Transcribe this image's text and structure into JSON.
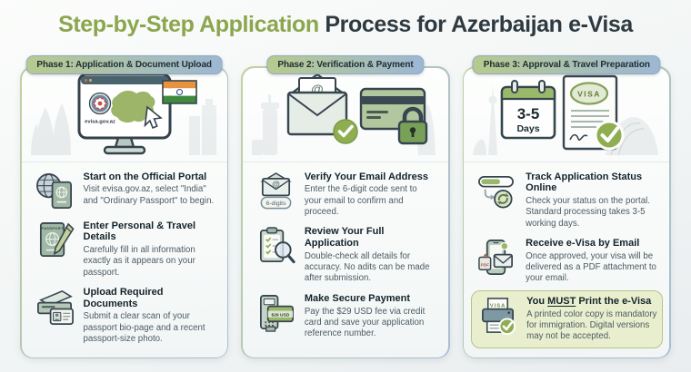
{
  "title": {
    "highlight": "Step-by-Step Application ",
    "rest": "Process for Azerbaijan e-Visa"
  },
  "symbols": {
    "at": "@"
  },
  "colors": {
    "accent_green": "#8ca64e",
    "check_green": "#8fae52",
    "pill_gradient_left": "#b7ca8d",
    "pill_gradient_right": "#9cb7d3",
    "highlight_bg": "#e9efce",
    "title_dark": "#2e3a40"
  },
  "phases": [
    {
      "label": "Phase 1: Application & Document Upload",
      "illustration": {
        "site_label": "evisa.gov.az"
      },
      "steps": [
        {
          "icon": "globe-passport-icon",
          "title": "Start on the Official Portal",
          "desc": "Visit evisa.gov.az, select \"India\" and \"Ordinary Passport\" to begin."
        },
        {
          "icon": "passport-pen-icon",
          "icon_label": "PASSPORT",
          "title": "Enter Personal & Travel Details",
          "desc": "Carefully fill in all information exactly as it appears on your passport."
        },
        {
          "icon": "scanner-icon",
          "title": "Upload Required Documents",
          "desc": "Submit a clear scan of your passport bio-page and a recent passport-size photo."
        }
      ]
    },
    {
      "label": "Phase 2: Verification & Payment",
      "steps": [
        {
          "icon": "email-code-icon",
          "icon_label": "6-digits",
          "title": "Verify Your Email Address",
          "desc": "Enter the 6-digit code sent to your email to confirm and proceed."
        },
        {
          "icon": "review-magnifier-icon",
          "title": "Review Your Full Application",
          "desc": "Double-check all details for accuracy. No adits can be made after submission."
        },
        {
          "icon": "payment-terminal-icon",
          "icon_label": "$29 USD",
          "title": "Make Secure Payment",
          "desc": "Pay the $29 USD fee via credit card and save your application reference number."
        }
      ]
    },
    {
      "label": "Phase 3: Approval & Travel Preparation",
      "illustration": {
        "calendar_days": "3-5",
        "calendar_unit": "Days",
        "visa_label": "VISA"
      },
      "steps": [
        {
          "icon": "progress-refresh-icon",
          "title": "Track Application Status Online",
          "desc": "Check your status on the portal. Standard processing takes 3-5 working days."
        },
        {
          "icon": "phone-pdf-email-icon",
          "icon_label": "PDF",
          "title": "Receive e-Visa by Email",
          "desc": "Once approved, your visa will be delivered as a PDF attachment to your email."
        },
        {
          "icon": "printer-visa-icon",
          "icon_label": "VISA",
          "title_pre": "You ",
          "title_emph": "MUST",
          "title_post": " Print the e-Visa",
          "desc": "A printed color copy is mandatory for immigration. Digital versions may not be accepted.",
          "highlight": true
        }
      ]
    }
  ]
}
